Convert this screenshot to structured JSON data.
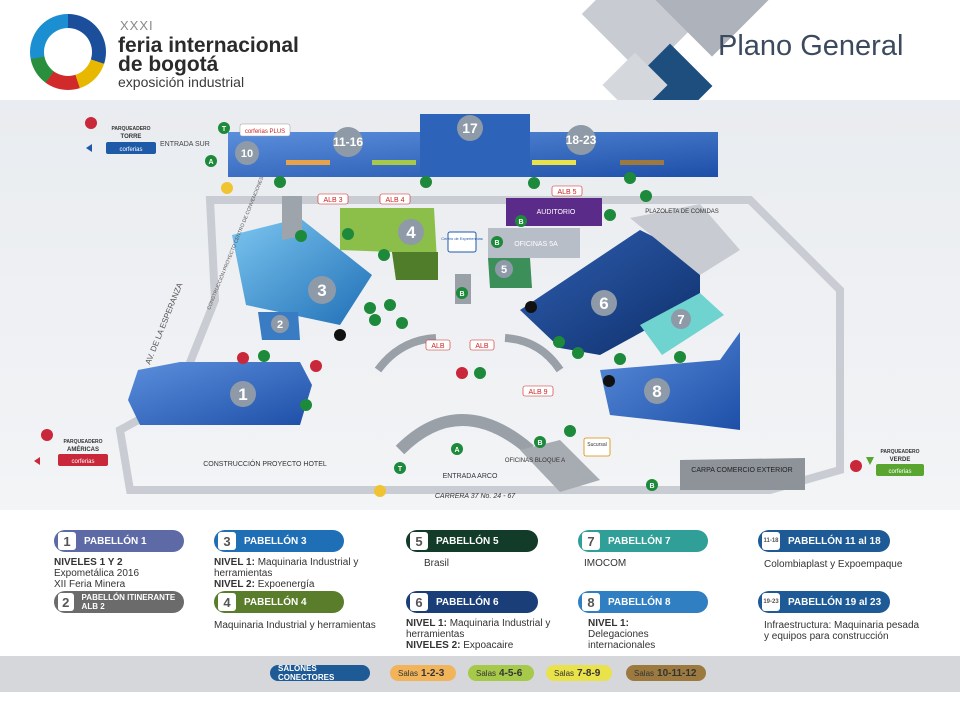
{
  "header": {
    "edition": "XXXI",
    "fair_name_line1": "feria internacional",
    "fair_name_line2": "de bogotá",
    "fair_subtitle": "exposición industrial",
    "title": "Plano General"
  },
  "map": {
    "parking_torre": {
      "line1": "PARQUEADERO",
      "line2": "TORRE",
      "brand": "corferias"
    },
    "parking_americas": {
      "line1": "PARQUEADERO",
      "line2": "AMÉRICAS",
      "brand": "corferias"
    },
    "parking_verde": {
      "line1": "PARQUEADERO",
      "line2": "VERDE",
      "brand": "corferias"
    },
    "entrada_sur": "ENTRADA SUR",
    "entrada_arco": "ENTRADA ARCO",
    "street_label": "AV. DE LA ESPERANZA",
    "construction_label": "CONSTRUCCIÓN PROYECTO HOTEL",
    "construction_side_label": "CONSTRUCCIÓN PROYECTO CENTRO DE CONVENCIONES",
    "carrera": "CARRERA 37 No. 24 - 67",
    "auditorio": "AUDITORIO",
    "oficinas_5a": "OFICINAS 5A",
    "oficinas_bloque_a": "OFICINAS BLOQUE A",
    "plazoleta": "PLAZOLETA DE COMIDAS",
    "carpa": "CARPA COMERCIO EXTERIOR",
    "centro_experiencias": "Centro de Experiencias",
    "corferias_plus": "corferias PLUS",
    "sucursal": "Sucursal",
    "pavilions": {
      "p1": "1",
      "p2": "2",
      "p3": "3",
      "p4": "4",
      "p5": "5",
      "p6": "6",
      "p7": "7",
      "p8": "8",
      "p10": "10",
      "p11_16": "11-16",
      "p17": "17",
      "p18_23": "18-23"
    },
    "alb": {
      "alb3": "ALB 3",
      "alb4": "ALB 4",
      "alb5": "ALB 5",
      "alb9": "ALB 9",
      "alb_left": "ALB",
      "alb_right": "ALB"
    },
    "gates": {
      "a": "A",
      "b": "B",
      "t": "T"
    }
  },
  "legend": [
    {
      "num": "1",
      "title": "PABELLÓN 1",
      "color": "#5d6aa6",
      "lines": [
        "NIVELES 1 Y 2",
        "Expometálica 2016",
        "XII Feria Minera"
      ]
    },
    {
      "num": "2",
      "title": "PABELLÓN ITINERANTE ALB 2",
      "color": "#6b6b6b",
      "lines": []
    },
    {
      "num": "3",
      "title": "PABELLÓN 3",
      "color": "#1f6fb6",
      "lines_bold": [
        [
          "NIVEL 1:",
          " Maquinaria Industrial y herramientas"
        ],
        [
          "NIVEL  2:",
          " Expoenergía"
        ]
      ]
    },
    {
      "num": "4",
      "title": "PABELLÓN 4",
      "color": "#5a7d2b",
      "lines": [
        "Maquinaria Industrial y herramientas"
      ]
    },
    {
      "num": "5",
      "title": "PABELLÓN 5",
      "color": "#123b2a",
      "lines": [
        "Brasil"
      ]
    },
    {
      "num": "6",
      "title": "PABELLÓN 6",
      "color": "#1a3e78",
      "lines_bold": [
        [
          "NIVEL 1:",
          " Maquinaria Industrial y herramientas"
        ],
        [
          "NIVELES 2:",
          " Expoacaire"
        ]
      ]
    },
    {
      "num": "7",
      "title": "PABELLÓN 7",
      "color": "#2f9f98",
      "lines": [
        "IMOCOM"
      ]
    },
    {
      "num": "8",
      "title": "PABELLÓN 8",
      "color": "#2f7fc2",
      "lines": [
        "NIVEL 1:",
        "Delegaciones internacionales"
      ]
    },
    {
      "num": "11-18",
      "title": "PABELLÓN 11 al 18",
      "color": "#1d5a96",
      "lines": [
        "Colombiaplast y Expoempaque"
      ]
    },
    {
      "num": "19-23",
      "title": "PABELLÓN 19 al 23",
      "color": "#1d5a96",
      "lines": [
        "Infraestructura: Maquinaria pesada",
        "y equipos para construcción"
      ]
    }
  ],
  "salones": {
    "label": "SALONES CONECTORES",
    "items": [
      {
        "prefix": "Salas",
        "value": "1-2-3",
        "color": "#f2b45a"
      },
      {
        "prefix": "Salas",
        "value": "4-5-6",
        "color": "#a6c94a"
      },
      {
        "prefix": "Salas",
        "value": "7-8-9",
        "color": "#e9e24a"
      },
      {
        "prefix": "Salas",
        "value": "10-11-12",
        "color": "#9c7a3f"
      }
    ]
  }
}
